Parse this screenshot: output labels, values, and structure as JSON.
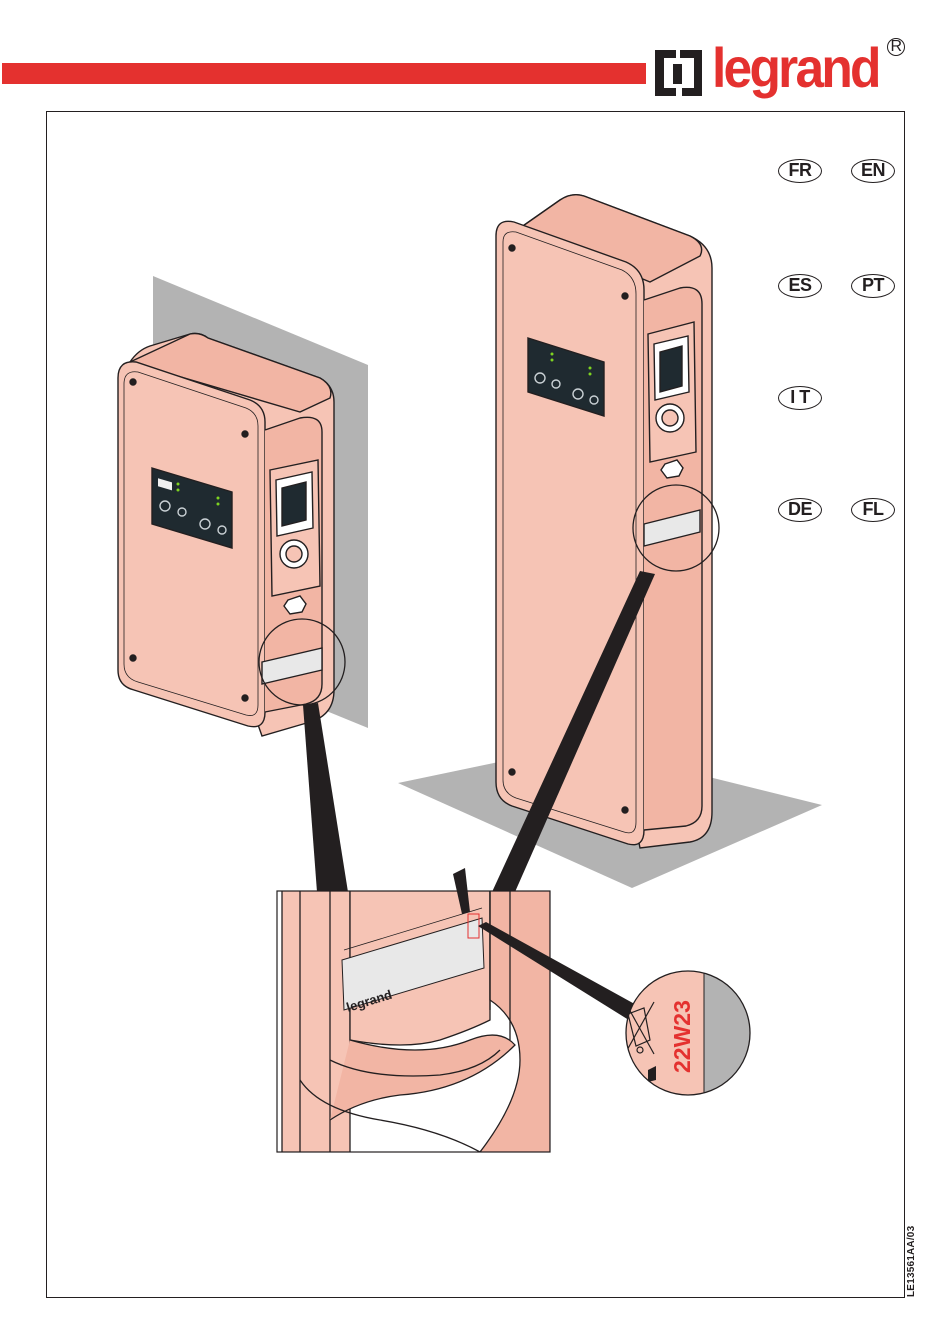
{
  "header": {
    "brand": "legrand",
    "registered_mark": "R",
    "accent_color": "#e4312f"
  },
  "languages": [
    {
      "code": "FR"
    },
    {
      "code": "EN"
    },
    {
      "code": "ES"
    },
    {
      "code": "PT"
    },
    {
      "code": "I T"
    },
    {
      "code": "DE"
    },
    {
      "code": "FL"
    }
  ],
  "illustration": {
    "label_brand": "legrand",
    "date_code": "22W23",
    "product_color": "#f6c4b5",
    "surface_color": "#b3b3b3"
  },
  "footer": {
    "document_code": "LE13561AA/03"
  }
}
